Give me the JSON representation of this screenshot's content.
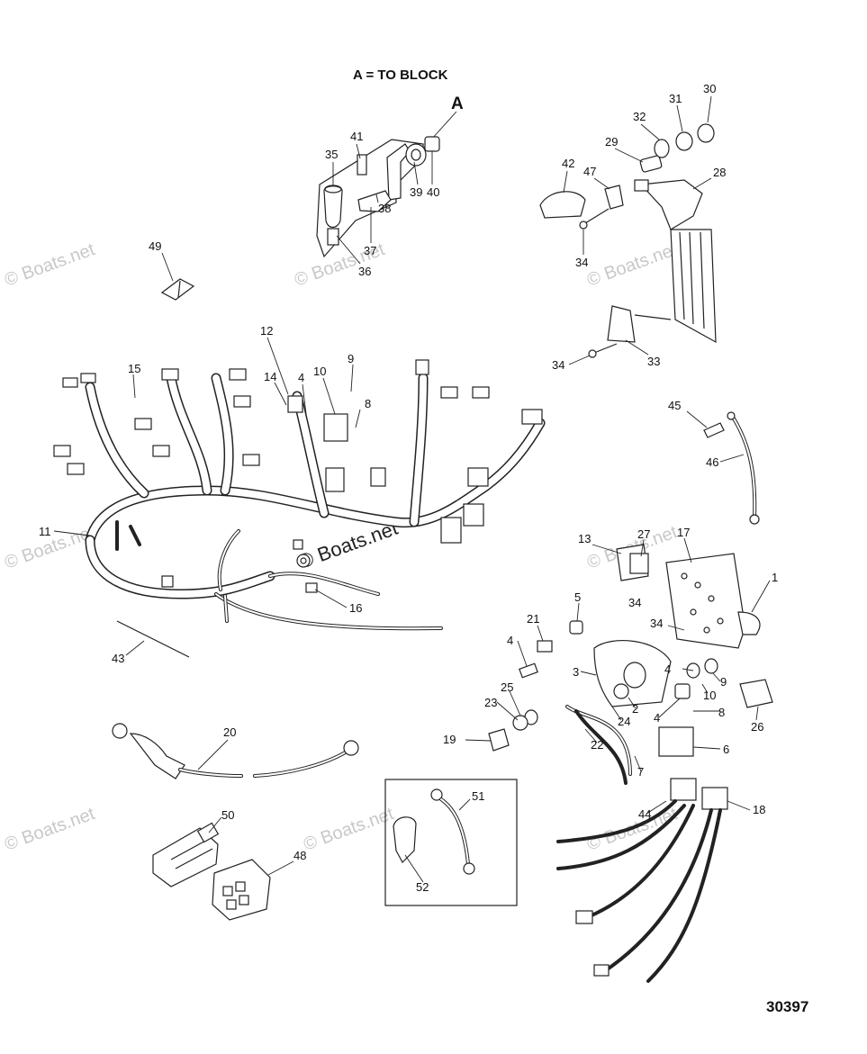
{
  "diagram": {
    "legend": "A = TO BLOCK",
    "detail_marker": "A",
    "figure_number": "30397",
    "watermark": "Boats.net",
    "watermark_symbol": "©",
    "callouts": [
      {
        "id": "c41",
        "text": "41"
      },
      {
        "id": "c35",
        "text": "35"
      },
      {
        "id": "c39",
        "text": "39"
      },
      {
        "id": "c40",
        "text": "40"
      },
      {
        "id": "c38",
        "text": "38"
      },
      {
        "id": "c37",
        "text": "37"
      },
      {
        "id": "c36",
        "text": "36"
      },
      {
        "id": "c30",
        "text": "30"
      },
      {
        "id": "c31",
        "text": "31"
      },
      {
        "id": "c32",
        "text": "32"
      },
      {
        "id": "c29",
        "text": "29"
      },
      {
        "id": "c28",
        "text": "28"
      },
      {
        "id": "c42",
        "text": "42"
      },
      {
        "id": "c47",
        "text": "47"
      },
      {
        "id": "c34a",
        "text": "34"
      },
      {
        "id": "c49",
        "text": "49"
      },
      {
        "id": "c34b",
        "text": "34"
      },
      {
        "id": "c33",
        "text": "33"
      },
      {
        "id": "c12",
        "text": "12"
      },
      {
        "id": "c15",
        "text": "15"
      },
      {
        "id": "c14",
        "text": "14"
      },
      {
        "id": "c4a",
        "text": "4"
      },
      {
        "id": "c10a",
        "text": "10"
      },
      {
        "id": "c9a",
        "text": "9"
      },
      {
        "id": "c8a",
        "text": "8"
      },
      {
        "id": "c45",
        "text": "45"
      },
      {
        "id": "c46",
        "text": "46"
      },
      {
        "id": "c11",
        "text": "11"
      },
      {
        "id": "c13",
        "text": "13"
      },
      {
        "id": "c27",
        "text": "27"
      },
      {
        "id": "c17",
        "text": "17"
      },
      {
        "id": "c1",
        "text": "1"
      },
      {
        "id": "c34c",
        "text": "34"
      },
      {
        "id": "c16",
        "text": "16"
      },
      {
        "id": "c5",
        "text": "5"
      },
      {
        "id": "c21",
        "text": "21"
      },
      {
        "id": "c34d",
        "text": "34"
      },
      {
        "id": "c4b",
        "text": "4"
      },
      {
        "id": "c43",
        "text": "43"
      },
      {
        "id": "c3",
        "text": "3"
      },
      {
        "id": "c4c",
        "text": "4"
      },
      {
        "id": "c9b",
        "text": "9"
      },
      {
        "id": "c10b",
        "text": "10"
      },
      {
        "id": "c25",
        "text": "25"
      },
      {
        "id": "c2",
        "text": "2"
      },
      {
        "id": "c23",
        "text": "23"
      },
      {
        "id": "c8b",
        "text": "8"
      },
      {
        "id": "c4d",
        "text": "4"
      },
      {
        "id": "c24",
        "text": "24"
      },
      {
        "id": "c26",
        "text": "26"
      },
      {
        "id": "c19",
        "text": "19"
      },
      {
        "id": "c22",
        "text": "22"
      },
      {
        "id": "c6",
        "text": "6"
      },
      {
        "id": "c20",
        "text": "20"
      },
      {
        "id": "c7",
        "text": "7"
      },
      {
        "id": "c51",
        "text": "51"
      },
      {
        "id": "c44",
        "text": "44"
      },
      {
        "id": "c18",
        "text": "18"
      },
      {
        "id": "c50",
        "text": "50"
      },
      {
        "id": "c48",
        "text": "48"
      },
      {
        "id": "c52",
        "text": "52"
      }
    ]
  }
}
